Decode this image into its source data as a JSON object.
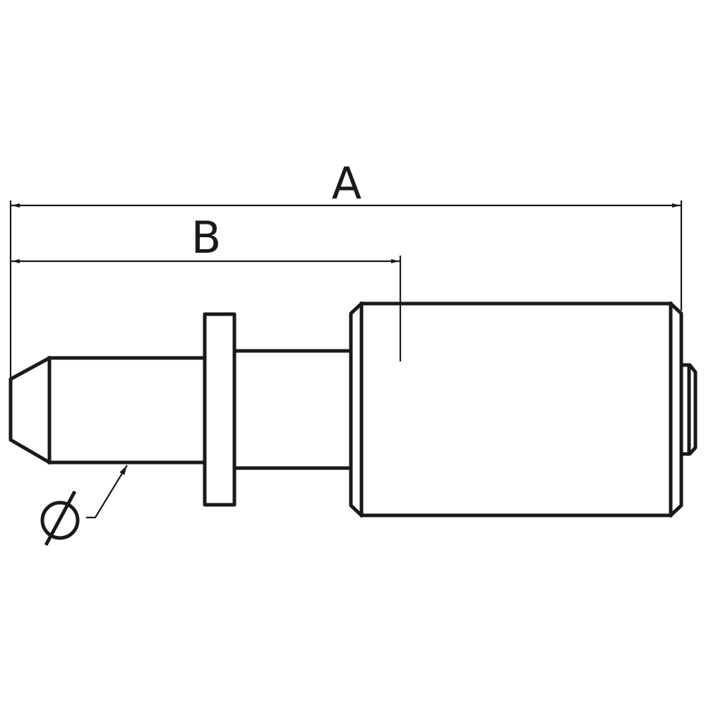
{
  "drawing": {
    "title": "Hose fitting dimension drawing",
    "line_color": "#1a1a1a",
    "background": "#ffffff"
  },
  "dimensions": {
    "A": {
      "label": "A",
      "description": "overall length"
    },
    "B": {
      "label": "B",
      "description": "insert length to crimp mark"
    },
    "diameter": {
      "label": "Ø",
      "description": "hose tail outer diameter"
    }
  },
  "parts": [
    "nose-chamfer",
    "hose-tail",
    "collar-flange",
    "neck-tube",
    "ferrule-body",
    "end-nub"
  ]
}
